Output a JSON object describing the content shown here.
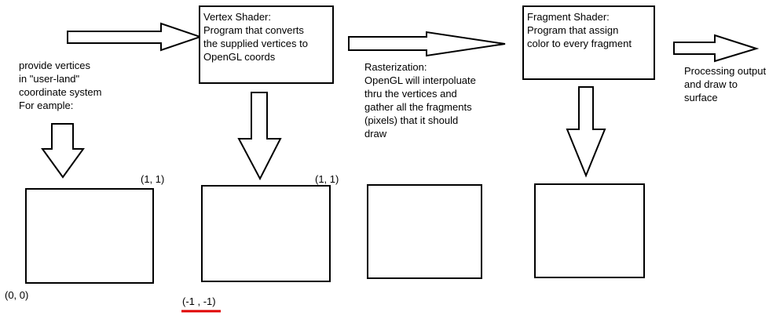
{
  "stages": {
    "input": {
      "text": "provide vertices\nin \"user-land\"\ncoordinate system\nFor eample:",
      "corner_top": "(1, 1)",
      "corner_bottom": "(0, 0)"
    },
    "vertex_shader": {
      "text": "Vertex Shader:\nProgram that converts\nthe supplied vertices to\nOpenGL coords",
      "corner_top": "(1, 1)",
      "corner_bottom": "(-1 , -1)"
    },
    "rasterization": {
      "text": "Rasterization:\nOpenGL will interpoluate\nthru the vertices and\ngather all the fragments\n(pixels) that it should\ndraw"
    },
    "fragment_shader": {
      "text": "Fragment Shader:\nProgram that assign\ncolor to every fragment"
    },
    "output": {
      "text": "Processing output\nand draw to\nsurface"
    }
  },
  "colors": {
    "underline": "#e00000",
    "green": "#1a9a3a",
    "pink": "#f3a6c0",
    "blue": "#0a85d0",
    "red": "#e01010",
    "navy": "#2a35b0"
  },
  "fragment_colors": [
    [
      "green"
    ],
    [
      "pink",
      "blue"
    ],
    [
      "green",
      "green",
      "blue"
    ],
    [
      "red",
      "pink",
      "green",
      "navy"
    ],
    [
      "red",
      "red",
      "pink",
      "green",
      "navy",
      "navy"
    ]
  ]
}
